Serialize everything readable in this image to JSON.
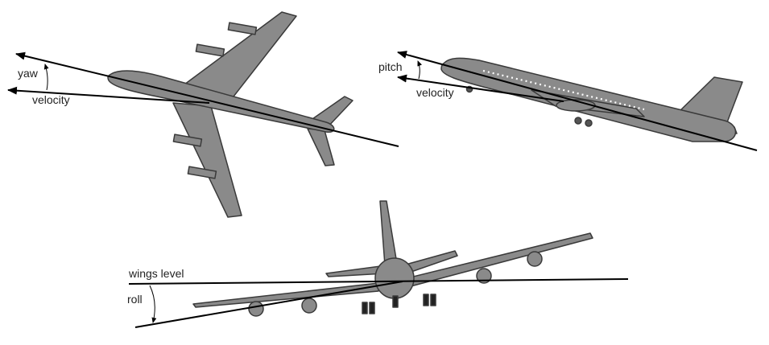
{
  "labels": {
    "yaw": "yaw",
    "velocity_top_view": "velocity",
    "pitch": "pitch",
    "velocity_side_view": "velocity",
    "wings_level": "wings level",
    "roll": "roll"
  },
  "colors": {
    "aircraft_fill": "#8a8a8a",
    "aircraft_dark": "#3a3a3a",
    "line": "#000000",
    "background": "#ffffff"
  }
}
